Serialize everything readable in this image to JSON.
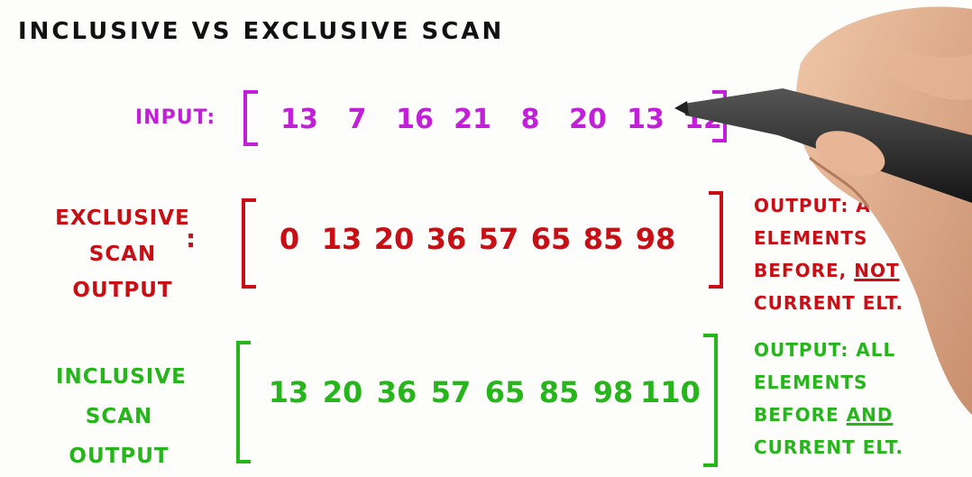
{
  "title": "INCLUSIVE VS EXCLUSIVE SCAN",
  "input": {
    "label": "INPUT:",
    "values": [
      "13",
      "7",
      "16",
      "21",
      "8",
      "20",
      "13",
      "12"
    ]
  },
  "exclusive": {
    "label_lines": [
      "EXCLUSIVE",
      "SCAN",
      "OUTPUT"
    ],
    "colon": ":",
    "values": [
      "0",
      "13",
      "20",
      "36",
      "57",
      "65",
      "85",
      "98"
    ],
    "note_lines": [
      "OUTPUT: ALL",
      "ELEMENTS",
      "BEFORE,",
      "NOT",
      "CURRENT ELT."
    ]
  },
  "inclusive": {
    "label_lines": [
      "INCLUSIVE",
      "SCAN",
      "OUTPUT"
    ],
    "values": [
      "13",
      "20",
      "36",
      "57",
      "65",
      "85",
      "98",
      "110"
    ],
    "note_lines": [
      "OUTPUT: ALL",
      "ELEMENTS",
      "BEFORE",
      "AND",
      "CURRENT ELT."
    ]
  },
  "colors": {
    "input": "#c21fd8",
    "exclusive": "#c80f16",
    "inclusive": "#27b51c",
    "title": "#111111"
  }
}
